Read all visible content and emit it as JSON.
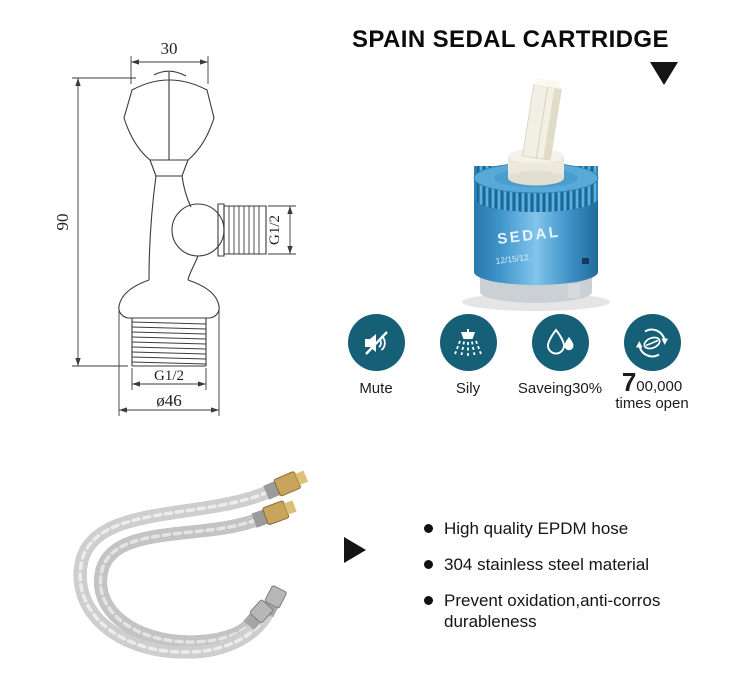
{
  "title": "SPAIN SEDAL CARTRIDGE",
  "technical_drawing": {
    "dim_top_width": "30",
    "dim_height": "90",
    "side_thread": "G1/2",
    "bottom_thread": "G1/2",
    "base_diameter": "ø46"
  },
  "cartridge_photo": {
    "brand": "SEDAL",
    "stamp": "12/15/12."
  },
  "features": [
    {
      "icon": "mute-icon",
      "label": "Mute"
    },
    {
      "icon": "shower-icon",
      "label": "Sily"
    },
    {
      "icon": "water-drops-icon",
      "label": "Saveing30%"
    },
    {
      "icon": "rotation-icon",
      "label_big": "7",
      "label_rest": "00,000",
      "label_line2": "times open"
    }
  ],
  "bullet_points": [
    "High quality EPDM hose",
    "304 stainless steel material",
    "Prevent oxidation,anti-corros durableness"
  ],
  "icons": {
    "title_marker": "triangle-down-icon",
    "list_marker": "triangle-right-icon"
  },
  "colors": {
    "feature_circle": "#155f77",
    "cartridge_blue": "#3f9bd0",
    "accent_black": "#141414"
  }
}
